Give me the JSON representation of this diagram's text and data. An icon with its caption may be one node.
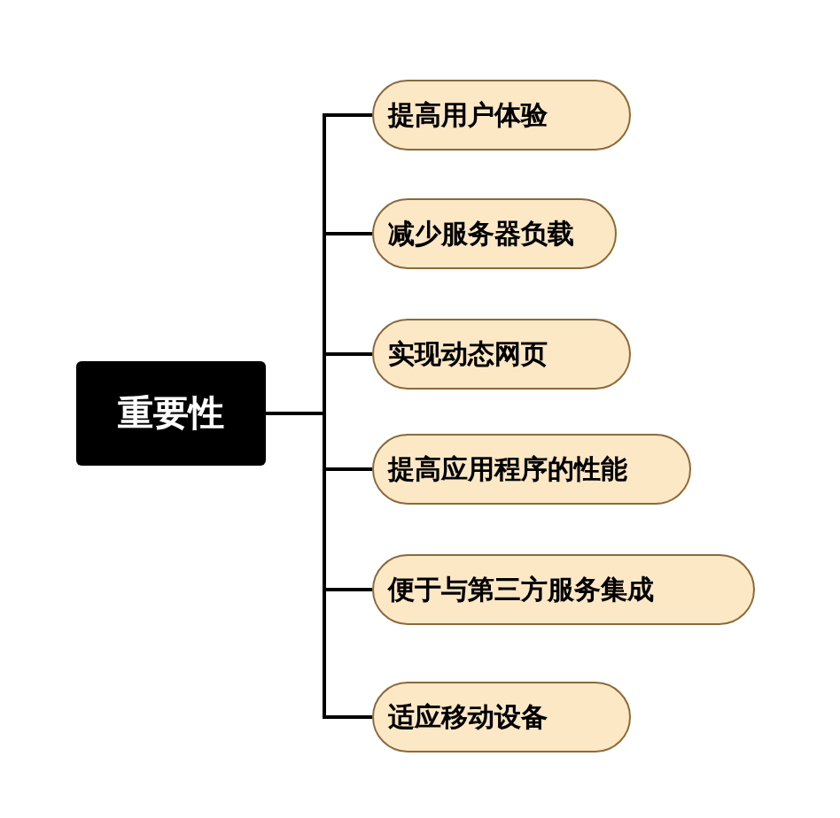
{
  "diagram": {
    "nodes": [
      {
        "text": [
          "重要性"
        ]
      },
      {
        "text": [
          "提高用户体验"
        ]
      },
      {
        "text": [
          "减少服务器负载"
        ]
      },
      {
        "text": [
          "实现动态网页"
        ]
      },
      {
        "text": [
          "提高应用程序的性能"
        ]
      },
      {
        "text": [
          "便于与第三方服务集成"
        ]
      },
      {
        "text": [
          "适应移动设备"
        ]
      }
    ],
    "edges": [
      {
        "from": 0,
        "to": 1,
        "arrow": "none"
      },
      {
        "from": 0,
        "to": 2,
        "arrow": "none"
      },
      {
        "from": 0,
        "to": 3,
        "arrow": "none"
      },
      {
        "from": 0,
        "to": 4,
        "arrow": "none"
      },
      {
        "from": 0,
        "to": 5,
        "arrow": "none"
      },
      {
        "from": 0,
        "to": 6,
        "arrow": "none"
      }
    ]
  }
}
